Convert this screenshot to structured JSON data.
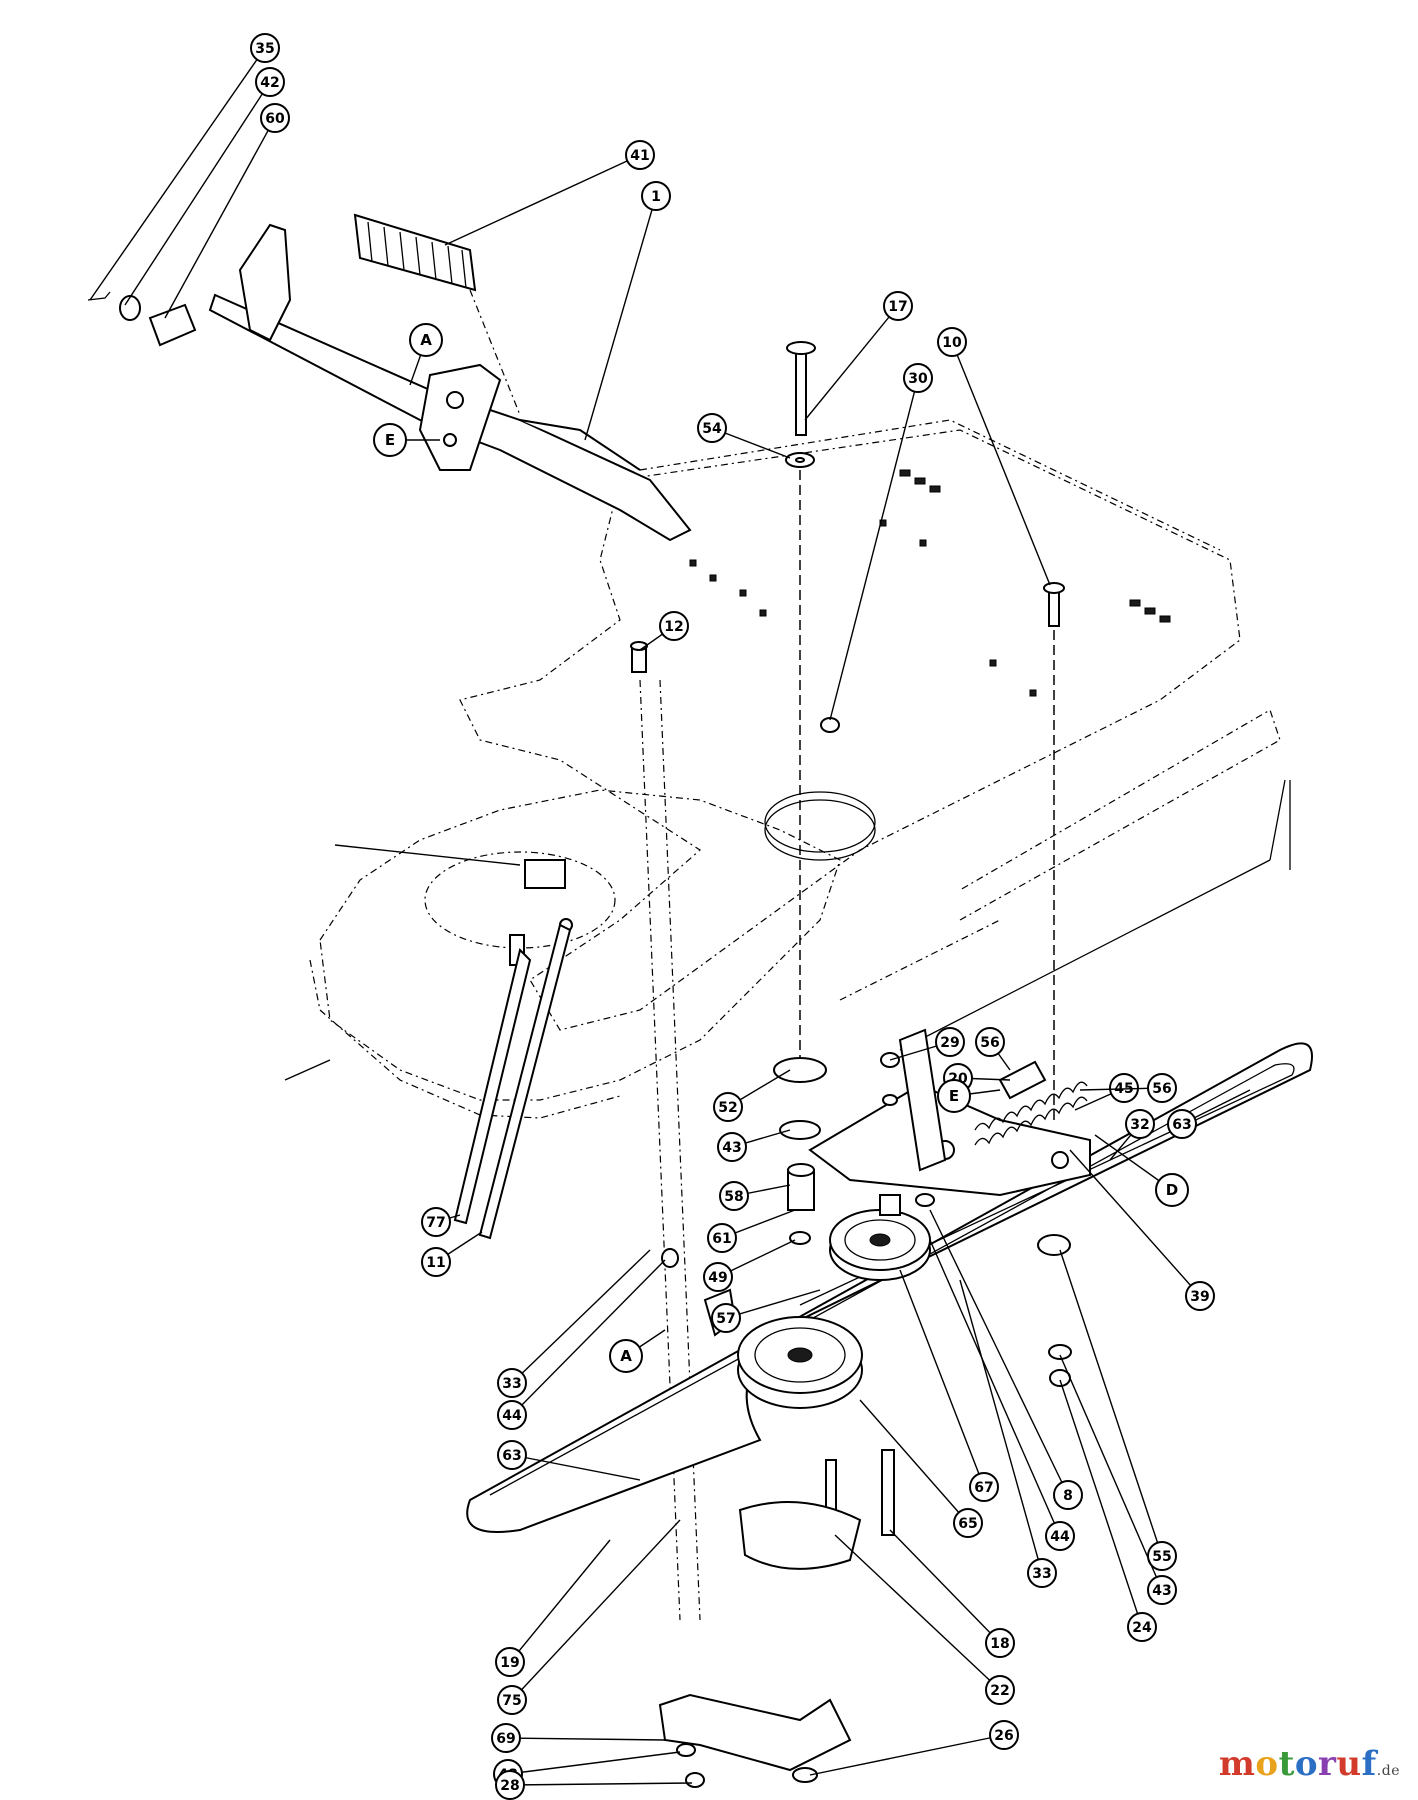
{
  "diagram": {
    "callouts": [
      "35",
      "42",
      "60",
      "41",
      "1",
      "17",
      "10",
      "30",
      "54",
      "12",
      "29",
      "56",
      "45",
      "56",
      "32",
      "63",
      "20",
      "52",
      "43",
      "58",
      "61",
      "49",
      "57",
      "33",
      "44",
      "63",
      "67",
      "65",
      "8",
      "44",
      "33",
      "39",
      "55",
      "43",
      "24",
      "18",
      "22",
      "19",
      "75",
      "26",
      "69",
      "48",
      "28",
      "77",
      "11"
    ],
    "letters": [
      "A",
      "E",
      "E",
      "A",
      "D"
    ]
  },
  "watermark": {
    "text": "motoruf",
    "suffix": ".de",
    "colors": [
      "#d23b2b",
      "#e8a21b",
      "#3a9a3a",
      "#2b6fc4",
      "#8a3fb0",
      "#d23b2b",
      "#2b6fc4"
    ]
  }
}
